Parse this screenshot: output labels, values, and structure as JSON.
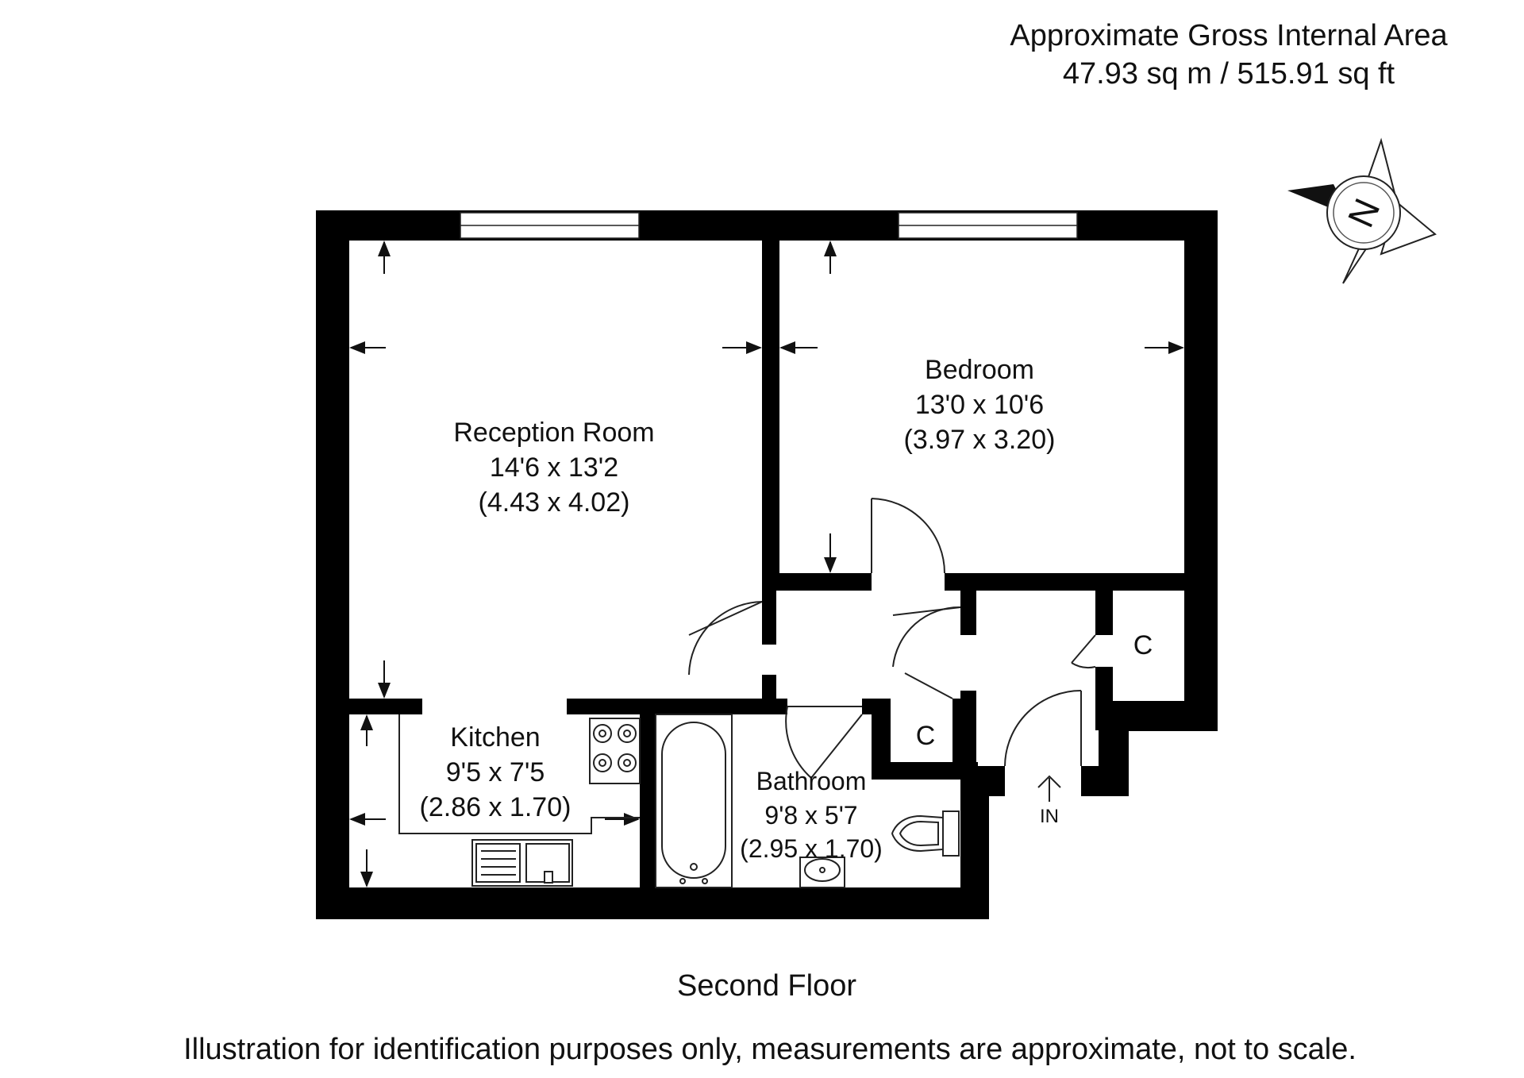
{
  "area": {
    "line1": "Approximate Gross Internal Area",
    "line2": "47.93 sq m / 515.91 sq ft"
  },
  "compass": {
    "letter": "N"
  },
  "rooms": {
    "reception": {
      "name": "Reception Room",
      "imperial": "14'6 x 13'2",
      "metric": "(4.43 x 4.02)"
    },
    "bedroom": {
      "name": "Bedroom",
      "imperial": "13'0 x 10'6",
      "metric": "(3.97 x 3.20)"
    },
    "kitchen": {
      "name": "Kitchen",
      "imperial": "9'5 x 7'5",
      "metric": "(2.86 x 1.70)"
    },
    "bathroom": {
      "name": "Bathroom",
      "imperial": "9'8 x 5'7",
      "metric": "(2.95 x 1.70)"
    },
    "cupboard_1": {
      "name": "C"
    },
    "cupboard_2": {
      "name": "C"
    }
  },
  "entrance": {
    "label": "IN"
  },
  "floor": {
    "label": "Second Floor"
  },
  "disclaimer": "Illustration for identification purposes only, measurements are approximate, not to scale.",
  "colors": {
    "wall": "#000000",
    "line": "#111111",
    "window": "#ffffff"
  }
}
